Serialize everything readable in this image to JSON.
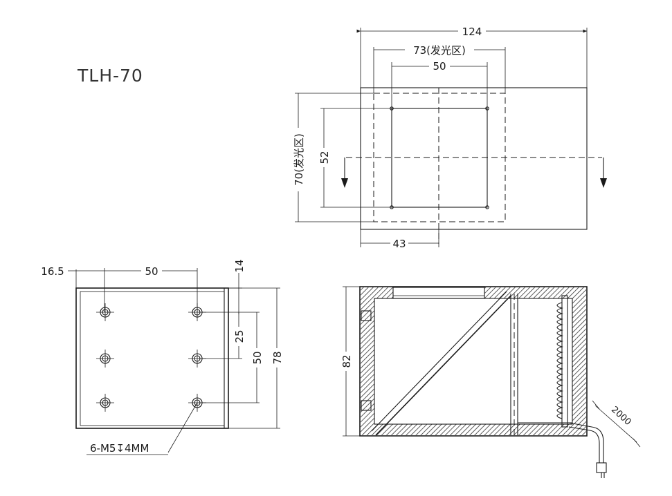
{
  "title": "TLH-70",
  "top_view": {
    "dim_width": "124",
    "dim_emit_width": "73(发光区)",
    "dim_window_width": "50",
    "dim_height_emit": "70(发光区)",
    "dim_window_height": "52",
    "dim_offset": "43"
  },
  "bottom_left_view": {
    "dim_edge": "16.5",
    "dim_hole_spacing_x": "50",
    "dim_top_offset": "14",
    "dim_hole_spacing_y1": "25",
    "dim_hole_spacing_y2": "50",
    "dim_height": "78",
    "hole_note": "6-M5↧4MM"
  },
  "section_view": {
    "dim_height": "82",
    "dim_cable": "2000"
  }
}
